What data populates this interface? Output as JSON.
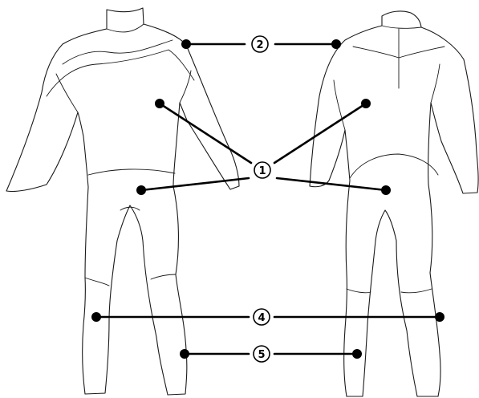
{
  "callouts": [
    {
      "id": "callout-1",
      "label": "1"
    },
    {
      "id": "callout-2",
      "label": "2"
    },
    {
      "id": "callout-4",
      "label": "4"
    },
    {
      "id": "callout-5",
      "label": "5"
    }
  ],
  "colors": {
    "line": "#000000",
    "outline": "#1a1a1a",
    "background": "#ffffff"
  }
}
